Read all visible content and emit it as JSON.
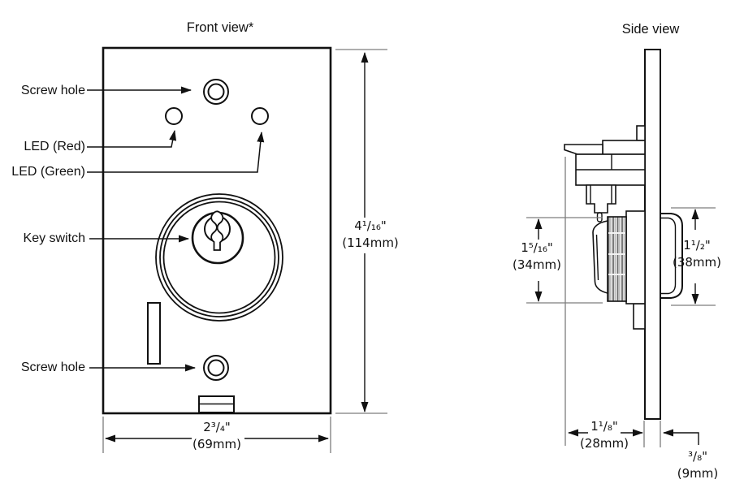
{
  "front_view": {
    "title": "Front view*",
    "labels": {
      "screw_hole_top": "Screw hole",
      "led_red": "LED (Red)",
      "led_green": "LED (Green)",
      "key_switch": "Key switch",
      "screw_hole_bottom": "Screw hole"
    },
    "dimensions": {
      "height": {
        "inches": "4¹/₁₆\"",
        "metric": "(114mm)"
      },
      "width": {
        "inches": "2³/₄\"",
        "metric": "(69mm)"
      }
    }
  },
  "side_view": {
    "title": "Side view",
    "dimensions": {
      "rear_body_depth": {
        "inches": "1⁵/₁₆\"",
        "metric": "(34mm)"
      },
      "bezel_diameter": {
        "inches": "1¹/₂\"",
        "metric": "(38mm)"
      },
      "rear_projection": {
        "inches": "1¹/₈\"",
        "metric": "(28mm)"
      },
      "plate_thickness": {
        "inches": "³/₈\"",
        "metric": "(9mm)"
      }
    }
  }
}
